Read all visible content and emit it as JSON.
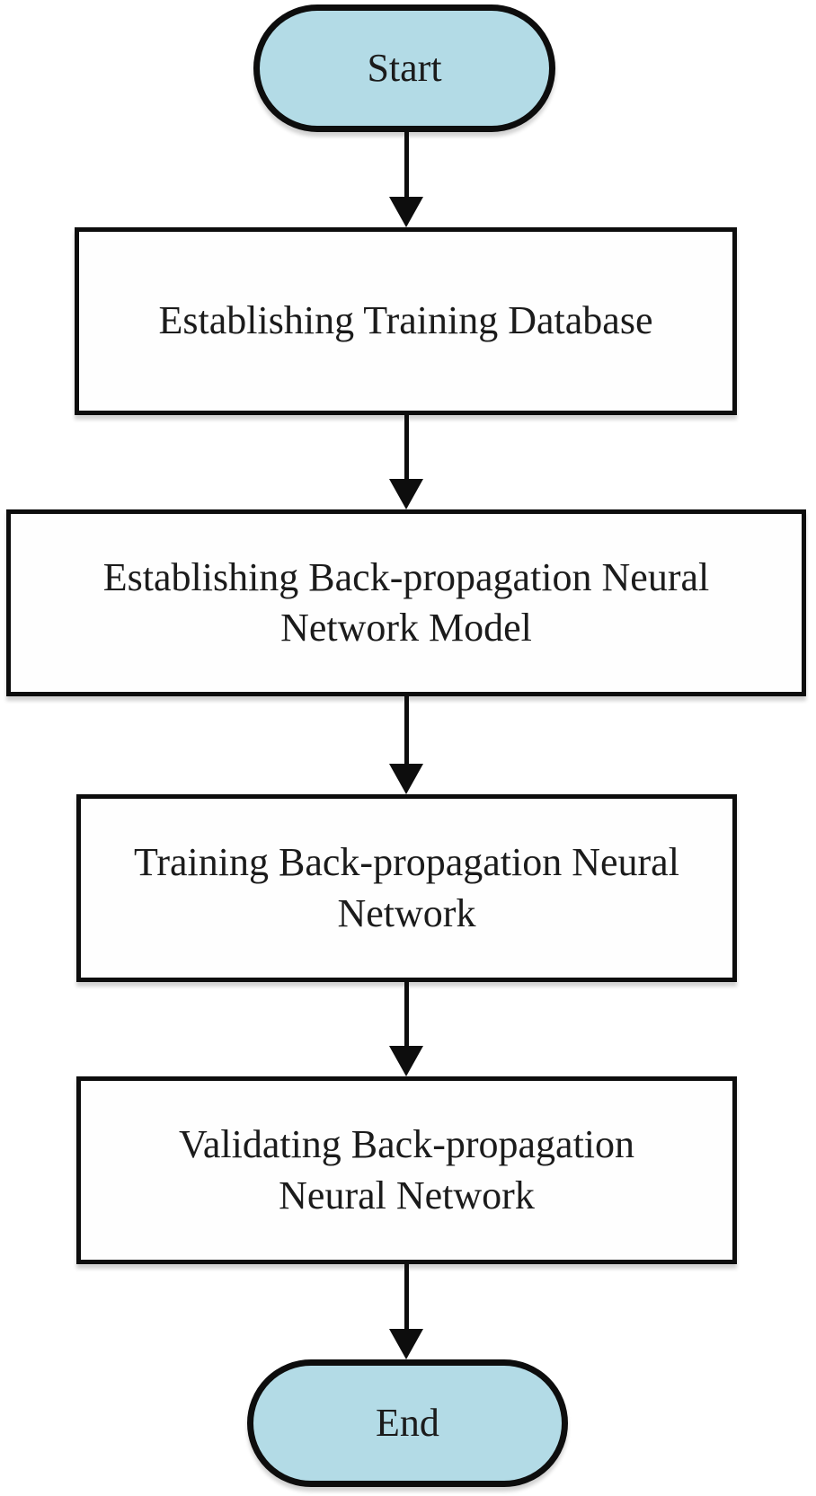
{
  "figure": {
    "type": "flowchart",
    "direction": "top-down",
    "nodes": [
      {
        "id": "start",
        "shape": "terminal",
        "label": "Start"
      },
      {
        "id": "step-1",
        "shape": "process",
        "label": "Establishing Training Database"
      },
      {
        "id": "step-2",
        "shape": "process",
        "label": "Establishing Back-propagation Neural\nNetwork Model"
      },
      {
        "id": "step-3",
        "shape": "process",
        "label": "Training Back-propagation Neural\nNetwork"
      },
      {
        "id": "step-4",
        "shape": "process",
        "label": "Validating Back-propagation\nNeural Network"
      },
      {
        "id": "end",
        "shape": "terminal",
        "label": "End"
      }
    ],
    "edges": [
      {
        "from": "start",
        "to": "step-1",
        "style": "arrow-down"
      },
      {
        "from": "step-1",
        "to": "step-2",
        "style": "arrow-down"
      },
      {
        "from": "step-2",
        "to": "step-3",
        "style": "arrow-down"
      },
      {
        "from": "step-3",
        "to": "step-4",
        "style": "arrow-down"
      },
      {
        "from": "step-4",
        "to": "end",
        "style": "arrow-down"
      }
    ],
    "colors": {
      "terminal_fill": "#b3dbe6",
      "process_fill": "#fefefe",
      "stroke": "#0d0d0d",
      "text": "#1b1b1b",
      "canvas_bg": "#ffffff"
    }
  }
}
